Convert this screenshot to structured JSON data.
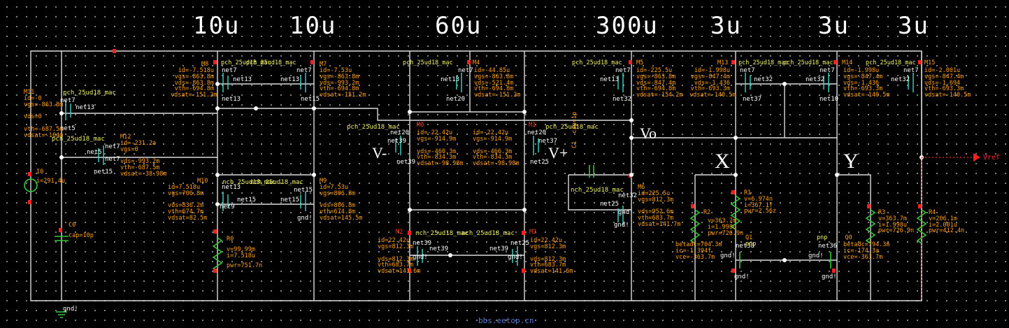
{
  "widths": [
    "10u",
    "10u",
    "60u",
    "300u",
    "3u",
    "3u",
    "3u"
  ],
  "node_labels": {
    "vo": "Vo",
    "x": "X",
    "y": "Y",
    "vminus": "V-",
    "vplus": "V+",
    "vref": "Vref"
  },
  "devices": {
    "m8": {
      "name": "M8",
      "model": "pch_25ud18_mac",
      "params": [
        "id=-7.518u",
        "vgs=-863.8m",
        "vds=-863.8m",
        "vth=-694.8m",
        "vdsat=-151.2m"
      ]
    },
    "m7": {
      "name": "M7",
      "model": "pch_25ud18_mac",
      "params": [
        "id=-7.53u",
        "vgs=-863.8m",
        "vds=-993.2m",
        "vth=-694.8m",
        "vdsat=-151.2m"
      ]
    },
    "m4": {
      "name": "M4",
      "model": "pch_25ud18_mac",
      "params": [
        "id=-44.85u",
        "vgs=-863.8m",
        "vds=-521.4m",
        "vth=-694.8m",
        "vdsat=-151.2m"
      ]
    },
    "m5": {
      "name": "M5",
      "model": "pch_25ud18_mac",
      "params": [
        "id=-225.5u",
        "vgs=-863.8m",
        "vds=-847.4m",
        "vth=-694.8m",
        "vdsat=-154.2m"
      ]
    },
    "m13": {
      "name": "M13",
      "model": "pch_25ud18_mac",
      "params": [
        "id=-1.998u",
        "vgs=-847.4m",
        "vds=-1.436",
        "vth=-693.3m",
        "vdsat=-140.5m"
      ]
    },
    "m14": {
      "name": "M14",
      "model": "pch_25ud18_mac",
      "params": [
        "id=-1.998u",
        "vgs=-847.4m",
        "vds=-1.436",
        "vth=-693.3m",
        "vdsat=-140.5m"
      ]
    },
    "m15": {
      "name": "M15",
      "model": "pch_25ud18_mac",
      "params": [
        "id=-2.001u",
        "vgs=-847.4m",
        "vds=-1.694",
        "vth=-693.3m",
        "vdsat=-140.5m"
      ]
    },
    "m11": {
      "name": "M11",
      "model": "pch_25ud18_mac",
      "params": [
        "id=-0",
        "vgs=-863.8m",
        "vds=0",
        "vth=-687.5m",
        "vdsat=-164m"
      ]
    },
    "m12": {
      "name": "M12",
      "model": "pch_25ud18_mac",
      "params": [
        "id=-231.2a",
        "vgs=0",
        "vds=-993.2m",
        "vth=-687.5m",
        "vdsat=-38.98m"
      ]
    },
    "m0": {
      "name": "M0",
      "model": "pch_25ud18_mac",
      "params": [
        "id=-22.42u",
        "vgs=-914.9m",
        "vds=-460.3m",
        "vth=-834.3m",
        "vdsat=-98.98m"
      ]
    },
    "m1": {
      "name": "M1",
      "model": "pch_25ud18_mac",
      "params": [
        "id=-22.42u",
        "vgs=-914.9m",
        "vds=-466.3m",
        "vth=-834.3m",
        "vdsat=-98.98m"
      ]
    },
    "m10": {
      "name": "M10",
      "model": "nch_25ud18_mac",
      "params": [
        "id=7.518u",
        "vgs=706.8m",
        "vds=836.2m",
        "vth=674.7m",
        "vdsat=82.5m"
      ]
    },
    "m9": {
      "name": "M9",
      "model": "nch_25ud18_mac",
      "params": [
        "id=7.53u",
        "vgs=806.8m",
        "vds=806.8m",
        "vth=674.8m",
        "vdsat=145.5m"
      ]
    },
    "m6": {
      "name": "M6",
      "model": "nch_25ud18_mac",
      "params": [
        "id=225.5u",
        "vgs=812.3m",
        "vds=952.6m",
        "vth=683.7m",
        "vdsat=141.7m"
      ]
    },
    "m2": {
      "name": "M2",
      "model": "nch_25ud18_mac",
      "params": [
        "id=22.42u",
        "vgs=812.3m",
        "vds=812.3m",
        "vth=683.7m",
        "vdsat=141.6m"
      ]
    },
    "m3": {
      "name": "M3",
      "model": "nch_25ud18_mac",
      "params": [
        "id=22.42u",
        "vgs=812.3m",
        "vds=812.3m",
        "vth=683.7m",
        "vdsat=141.6m"
      ]
    },
    "r0": {
      "name": "R0",
      "params": [
        "v=99.99m",
        "i=7.518u",
        "pwr=751.7n"
      ]
    },
    "r1": {
      "name": "R1",
      "params": [
        "v=6.974n",
        "i=367.1f",
        "pwr=2.56z"
      ]
    },
    "r2": {
      "name": "R2",
      "params": [
        "v=363.7m",
        "i=1.998u",
        "pwr=726.9n"
      ]
    },
    "r3": {
      "name": "R3",
      "params": [
        "v=363.7m",
        "i=1.998u",
        "pwr=726.9n"
      ]
    },
    "r4": {
      "name": "R4",
      "params": [
        "v=206.1m",
        "i=2.001u",
        "pwr=412.4n"
      ]
    },
    "c0": {
      "name": "C0",
      "params": [
        "cap=10p"
      ]
    },
    "c1": {
      "name": "C1",
      "params": [
        "cap=1p"
      ]
    },
    "i0": {
      "name": "I0",
      "params": [
        "i=291.4u"
      ]
    },
    "q0": {
      "name": "Q0",
      "model": "pnp",
      "params": [
        "betadc=794.3m",
        "ic=-174.3a",
        "vce=-363.7m"
      ]
    },
    "q1": {
      "name": "Q1",
      "model": "pnp",
      "params": [
        "betadc=704.3m",
        "ic=-1.394f",
        "vce=-363.7m"
      ]
    }
  },
  "nets": [
    "net7",
    "net13",
    "net5",
    "net15",
    "net20",
    "net39",
    "net37",
    "net25",
    "net32",
    "net9",
    "net38",
    "net36",
    "net10",
    "gnd!"
  ],
  "watermark": "bbs.eetop.cn"
}
